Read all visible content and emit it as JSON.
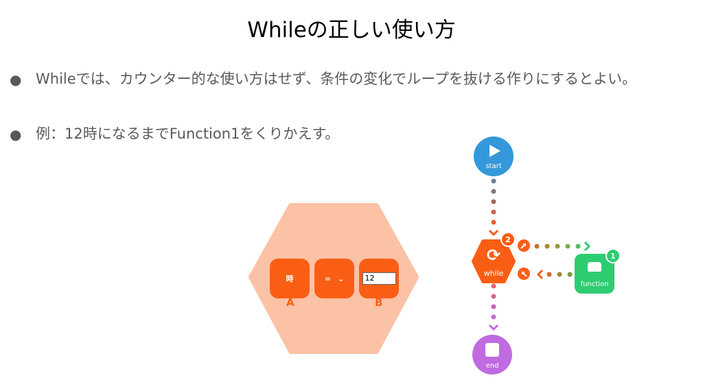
{
  "title": "Whileの正しい使い方",
  "bullets": [
    "Whileでは、カウンター的な使い方はせず、条件の変化でループを抜ける作りにするとよい。",
    "例：12時になるまでFunction1をくりかえす。"
  ],
  "bullet_mark": "●",
  "condition": {
    "a_value": "時",
    "operator": "=",
    "b_value": "12",
    "label_a": "A",
    "label_b": "B"
  },
  "flow": {
    "start": "start",
    "while": "while",
    "while_badge": "2",
    "function": "function",
    "function_badge": "1",
    "end": "end"
  }
}
